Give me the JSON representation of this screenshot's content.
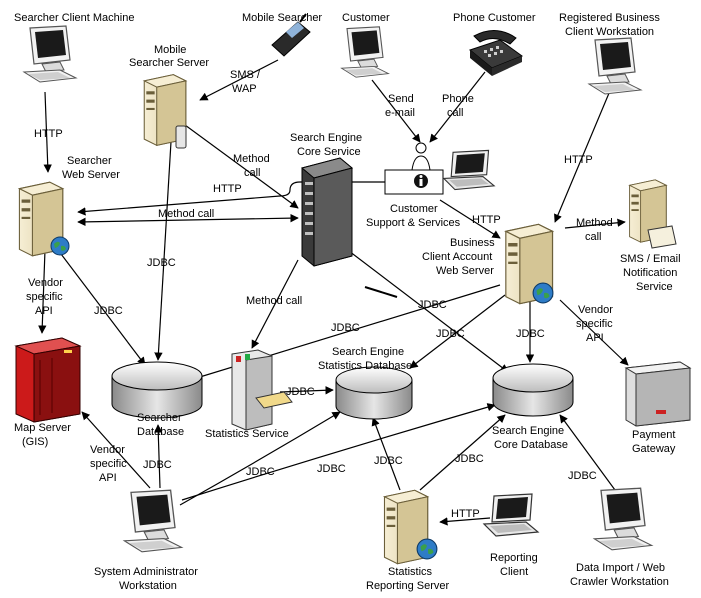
{
  "nodes": {
    "searcher_client": "Searcher Client Machine",
    "mobile_searcher": "Mobile Searcher",
    "customer": "Customer",
    "phone_customer": "Phone Customer",
    "registered_business_1": "Registered Business",
    "registered_business_2": "Client Workstation",
    "mobile_server_1": "Mobile",
    "mobile_server_2": "Searcher Server",
    "searcher_web_1": "Searcher",
    "searcher_web_2": "Web Server",
    "core_service_1": "Search Engine",
    "core_service_2": "Core Service",
    "support_1": "Customer",
    "support_2": "Support & Services",
    "business_web_1": "Business",
    "business_web_2": "Client Account",
    "business_web_3": "Web Server",
    "notification_1": "SMS / Email",
    "notification_2": "Notification",
    "notification_3": "Service",
    "map_server_1": "Map Server",
    "map_server_2": "(GIS)",
    "searcher_db_1": "Searcher",
    "searcher_db_2": "Database",
    "statistics_service": "Statistics Service",
    "stats_db_1": "Search Engine",
    "stats_db_2": "Statistics Database",
    "core_db_1": "Search Engine",
    "core_db_2": "Core Database",
    "payment_1": "Payment",
    "payment_2": "Gateway",
    "sysadmin_1": "System Administrator",
    "sysadmin_2": "Workstation",
    "reporting_server_1": "Statistics",
    "reporting_server_2": "Reporting Server",
    "reporting_client_1": "Reporting",
    "reporting_client_2": "Client",
    "import_1": "Data Import / Web",
    "import_2": "Crawler Workstation"
  },
  "edge_labels": {
    "http_client": "HTTP",
    "sms_wap_1": "SMS /",
    "sms_wap_2": "WAP",
    "send_email_1": "Send",
    "send_email_2": "e-mail",
    "phone_call_1": "Phone",
    "phone_call_2": "call",
    "http_business": "HTTP",
    "method_call_mobile_1": "Method",
    "method_call_mobile_2": "call",
    "http_support": "HTTP",
    "method_call_web": "Method call",
    "http_support_business": "HTTP",
    "method_call_notify_1": "Method",
    "method_call_notify_2": "call",
    "vendor_api_web_1": "Vendor",
    "vendor_api_web_2": "specific",
    "vendor_api_web_3": "API",
    "jdbc_web_db": "JDBC",
    "jdbc_mobile_db": "JDBC",
    "method_call_stats": "Method call",
    "jdbc_business_searcherdb": "JDBC",
    "jdbc_core_statsdb": "JDBC",
    "jdbc_business_statsdb": "JDBC",
    "jdbc_business_coredb": "JDBC",
    "vendor_api_business_1": "Vendor",
    "vendor_api_business_2": "specific",
    "vendor_api_business_3": "API",
    "jdbc_stats_service": "JDBC",
    "vendor_api_admin_1": "Vendor",
    "vendor_api_admin_2": "specific",
    "vendor_api_admin_3": "API",
    "jdbc_admin_searcherdb": "JDBC",
    "jdbc_admin_statsdb": "JDBC",
    "jdbc_admin_coredb": "JDBC",
    "jdbc_reporting": "JDBC",
    "jdbc_reporting_coredb": "JDBC",
    "http_reporting": "HTTP",
    "jdbc_import": "JDBC"
  },
  "colors": {
    "line": "#000000",
    "server_body": "#e9dfbf",
    "server_shade": "#c9bb8f",
    "monitor_frame": "#f2f2f2",
    "screen": "#1a1a1a",
    "map_server": "#cc1a1a",
    "globe": "#2e7cc7"
  }
}
